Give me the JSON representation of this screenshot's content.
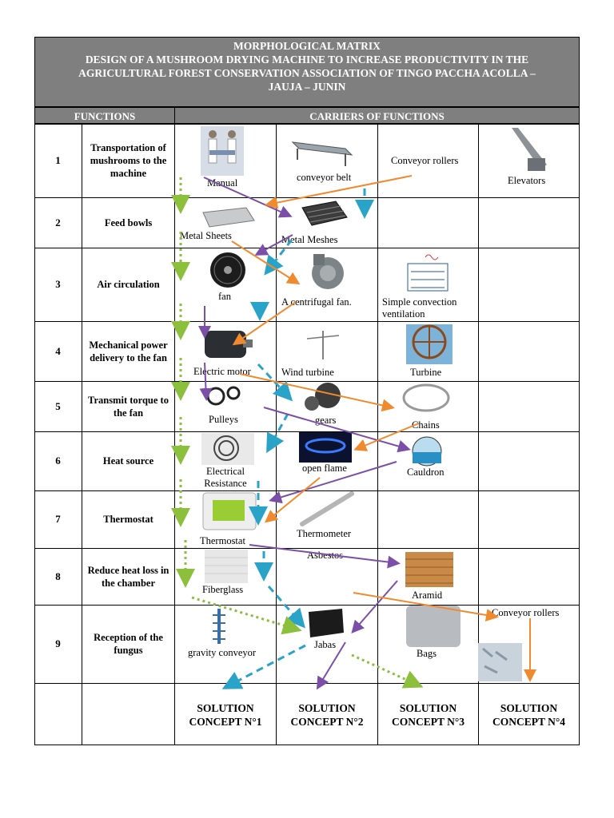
{
  "title": {
    "line1": "MORPHOLOGICAL MATRIX",
    "line2": "DESIGN OF A MUSHROOM DRYING MACHINE TO INCREASE PRODUCTIVITY IN THE",
    "line3": "AGRICULTURAL FOREST CONSERVATION ASSOCIATION OF TINGO PACCHA ACOLLA –",
    "line4": "JAUJA – JUNIN"
  },
  "headers": {
    "functions": "FUNCTIONS",
    "carriers": "CARRIERS OF FUNCTIONS"
  },
  "rows": [
    {
      "num": "1",
      "function": "Transportation of mushrooms to the machine",
      "carriers": [
        "Manual",
        "conveyor belt",
        "Conveyor rollers",
        "Elevators"
      ]
    },
    {
      "num": "2",
      "function": "Feed bowls",
      "carriers": [
        "Metal Sheets",
        "Metal Meshes"
      ]
    },
    {
      "num": "3",
      "function": "Air circulation",
      "carriers": [
        "fan",
        "A centrifugal fan.",
        "Simple convection ventilation"
      ]
    },
    {
      "num": "4",
      "function": "Mechanical power delivery to the fan",
      "carriers": [
        "Electric motor",
        "Wind turbine",
        "Turbine"
      ]
    },
    {
      "num": "5",
      "function": "Transmit torque to the fan",
      "carriers": [
        "Pulleys",
        "gears",
        "Chains"
      ]
    },
    {
      "num": "6",
      "function": "Heat source",
      "carriers": [
        "Electrical Resistance",
        "open flame",
        "Cauldron"
      ]
    },
    {
      "num": "7",
      "function": "Thermostat",
      "carriers": [
        "Thermostat",
        "Thermometer"
      ]
    },
    {
      "num": "8",
      "function": "Reduce heat loss in the chamber",
      "carriers": [
        "Fiberglass",
        "Asbestos",
        "Aramid"
      ]
    },
    {
      "num": "9",
      "function": "Reception of the fungus",
      "carriers": [
        "gravity conveyor",
        "Jabas",
        "Bags",
        "Conveyor rollers"
      ]
    }
  ],
  "solutions": [
    {
      "line1": "SOLUTION",
      "line2": "CONCEPT N°1"
    },
    {
      "line1": "SOLUTION",
      "line2": "CONCEPT N°2"
    },
    {
      "line1": "SOLUTION",
      "line2": "CONCEPT N°3"
    },
    {
      "line1": "SOLUTION",
      "line2": "CONCEPT N°4"
    }
  ],
  "colors": {
    "header_bg": "#7f7f7f",
    "concept1": "#2aa3c8",
    "concept2": "#7b4fa8",
    "concept3": "#8bbf3c",
    "concept4": "#f08a2e"
  }
}
